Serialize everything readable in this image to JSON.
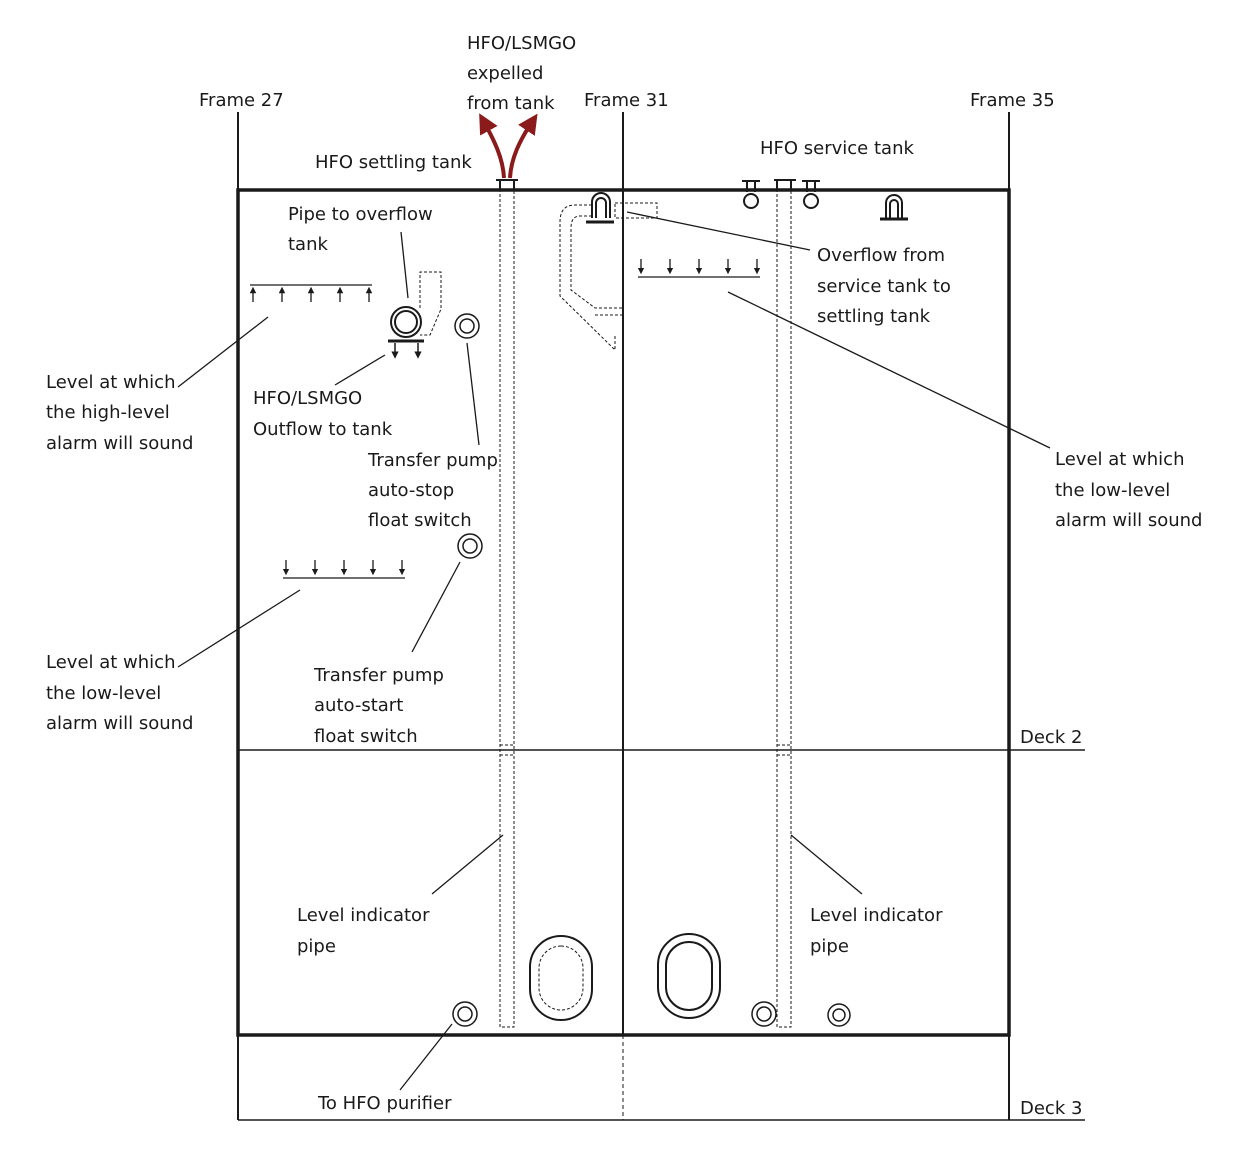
{
  "frames": {
    "f27": "Frame 27",
    "f31": "Frame 31",
    "f35": "Frame 35"
  },
  "decks": {
    "d2": "Deck 2",
    "d3": "Deck 3"
  },
  "tanks": {
    "settling": "HFO settling tank",
    "service": "HFO service tank"
  },
  "labels": {
    "expelled": [
      "HFO/LSMGO",
      "expelled",
      "from tank"
    ],
    "pipe_overflow": [
      "Pipe to overflow",
      "tank"
    ],
    "overflow_from": [
      "Overflow from",
      "service tank to",
      "settling tank"
    ],
    "high_level_left": [
      "Level at which",
      "the high-level",
      "alarm will sound"
    ],
    "outflow": [
      "HFO/LSMGO",
      "Outflow to tank"
    ],
    "auto_stop": [
      "Transfer pump",
      "auto-stop",
      "float switch"
    ],
    "low_level_right": [
      "Level at which",
      "the low-level",
      "alarm will sound"
    ],
    "low_level_left": [
      "Level at which",
      "the low-level",
      "alarm will sound"
    ],
    "auto_start": [
      "Transfer pump",
      "auto-start",
      "float switch"
    ],
    "level_pipe_left": [
      "Level indicator",
      "pipe"
    ],
    "level_pipe_right": [
      "Level indicator",
      "pipe"
    ],
    "purifier": "To HFO purifier"
  },
  "colors": {
    "line": "#1a1a1a",
    "arrow_red": "#8b1a1a"
  }
}
